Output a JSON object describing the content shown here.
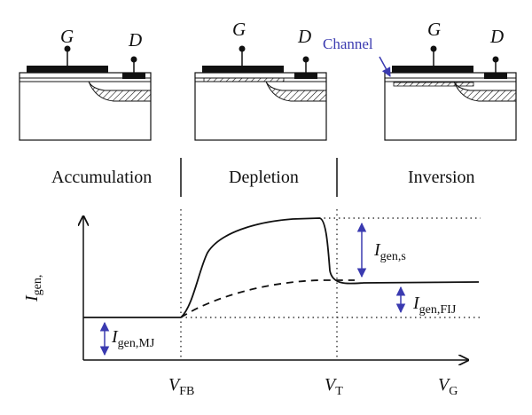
{
  "devices": [
    {
      "gate_label": "G",
      "drain_label": "D"
    },
    {
      "gate_label": "G",
      "drain_label": "D"
    },
    {
      "gate_label": "G",
      "drain_label": "D"
    }
  ],
  "channel_label": "Channel",
  "regions": {
    "accumulation": "Accumulation",
    "depletion": "Depletion",
    "inversion": "Inversion"
  },
  "axes": {
    "y_label_main": "I",
    "y_label_sub": "gen,",
    "x_label_main": "V",
    "x_label_sub": "G"
  },
  "markers": {
    "vfb_main": "V",
    "vfb_sub": "FB",
    "vt_main": "V",
    "vt_sub": "T"
  },
  "annotations": {
    "igen_s_main": "I",
    "igen_s_sub": "gen,s",
    "igen_fij_main": "I",
    "igen_fij_sub": "gen,FIJ",
    "igen_mj_main": "I",
    "igen_mj_sub": "gen,MJ"
  },
  "colors": {
    "ink": "#111111",
    "arrow_blue": "#3a3ab0"
  }
}
